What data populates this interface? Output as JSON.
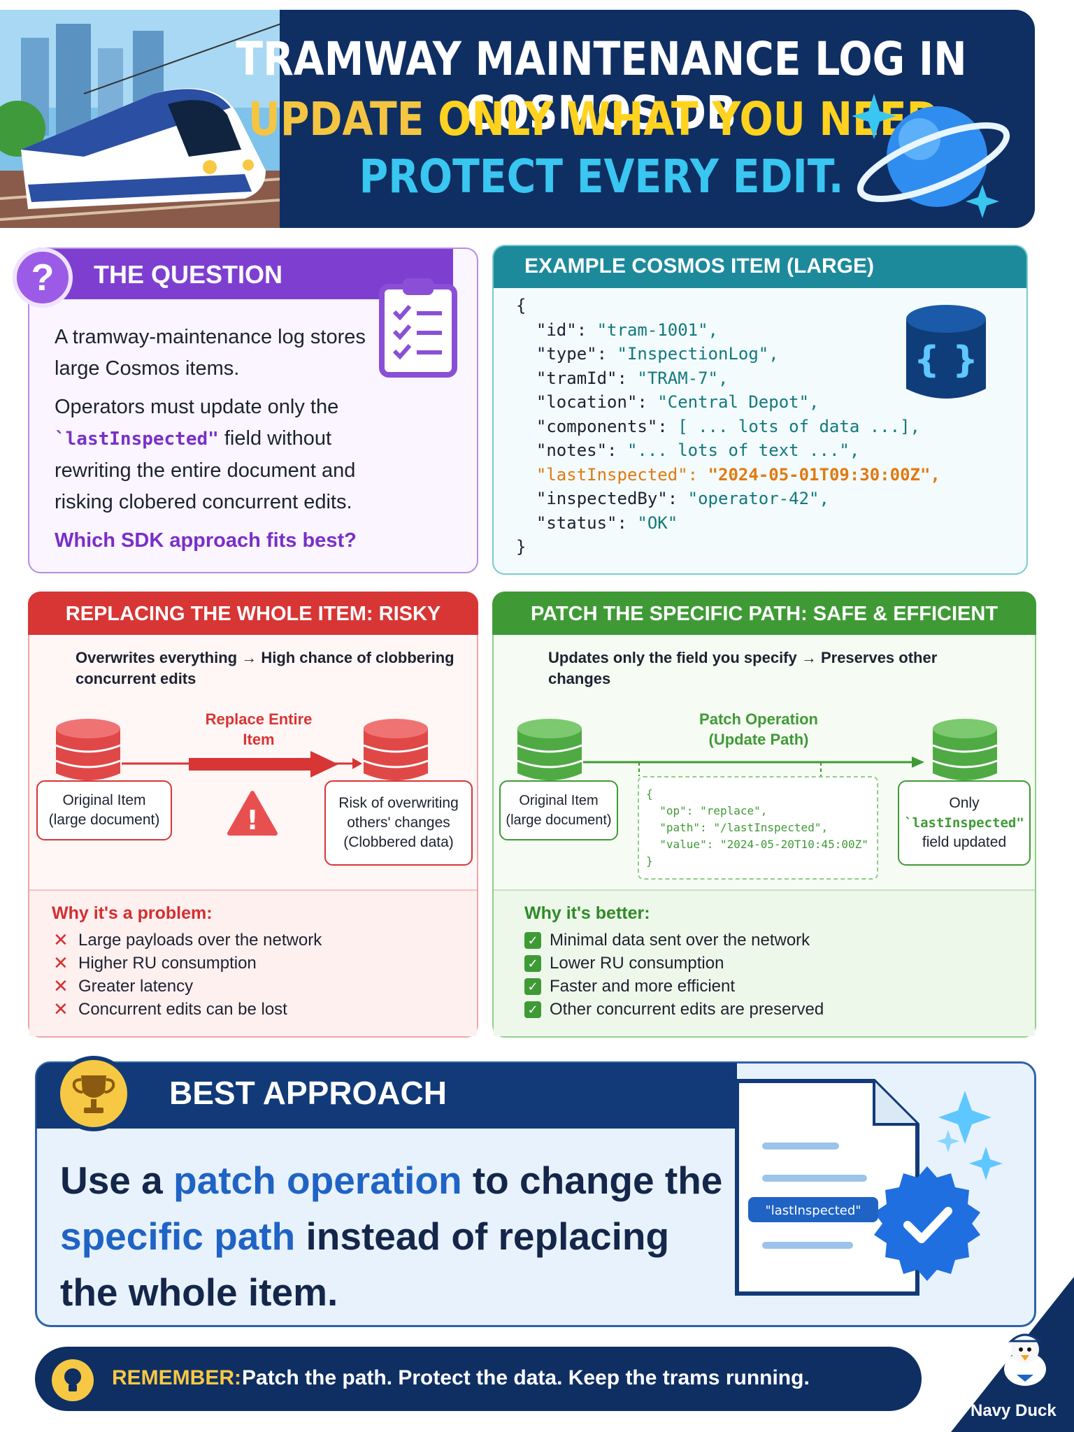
{
  "header": {
    "line1": "TRAMWAY MAINTENANCE LOG IN COSMOS DB",
    "line2_pre": "UPDATE ",
    "line2_hl": "ONLY WHAT YOU NEED.",
    "line3": "PROTECT EVERY EDIT."
  },
  "question": {
    "badge": "?",
    "title": "THE QUESTION",
    "p1": "A tramway-maintenance log stores large Cosmos items.",
    "p2_pre": "Operators must update only the ",
    "p2_code": "`lastInspected\"",
    "p2_post": " field without rewriting the entire document and risking clobered concurrent edits.",
    "ask": "Which SDK approach fits best?"
  },
  "example": {
    "title": "EXAMPLE COSMOS ITEM (LARGE)",
    "icon_text": "{ }",
    "lines": [
      {
        "key": "",
        "val": "{"
      },
      {
        "key": "  \"id\": ",
        "val": "\"tram-1001\","
      },
      {
        "key": "  \"type\": ",
        "val": "\"InspectionLog\","
      },
      {
        "key": "  \"tramId\": ",
        "val": "\"TRAM-7\","
      },
      {
        "key": "  \"location\": ",
        "val": "\"Central Depot\","
      },
      {
        "key": "  \"components\": ",
        "val": "[ ... lots of data ...],"
      },
      {
        "key": "  \"notes\": ",
        "val": "\"... lots of text ...\","
      },
      {
        "key": "  \"lastInspected\": ",
        "val": "\"2024-05-01T09:30:00Z\",",
        "highlight": true
      },
      {
        "key": "  \"inspectedBy\": ",
        "val": "\"operator-42\","
      },
      {
        "key": "  \"status\": ",
        "val": "\"OK\""
      },
      {
        "key": "",
        "val": "}"
      }
    ]
  },
  "replace": {
    "title": "REPLACING THE WHOLE ITEM: RISKY",
    "subtitle": "Overwrites everything → High chance of clobbering concurrent edits",
    "arrow_label": "Replace Entire Item",
    "left_box": "Original Item\n(large document)",
    "right_box": "Risk of overwriting others' changes (Clobbered data)",
    "warning_icon": "!",
    "why_title": "Why it's a problem:",
    "why": [
      "Large payloads over the network",
      "Higher RU consumption",
      "Greater latency",
      "Concurrent edits can be lost"
    ]
  },
  "patch": {
    "title": "PATCH THE SPECIFIC PATH: SAFE & EFFICIENT",
    "subtitle": "Updates only the field you specify → Preserves other changes",
    "arrow_label_1": "Patch Operation",
    "arrow_label_2": "(Update Path)",
    "left_box": "Original Item\n(large document)",
    "right_box_1": "Only",
    "right_box_2": "`lastInspected\"",
    "right_box_3": "field updated",
    "op_lines": [
      "{",
      "  \"op\": \"replace\",",
      "  \"path\": \"/lastInspected\",",
      "  \"value\": \"2024-05-20T10:45:00Z\"",
      "}"
    ],
    "why_title": "Why it's better:",
    "why": [
      "Minimal data sent over the network",
      "Lower RU consumption",
      "Faster and more efficient",
      "Other concurrent edits are preserved"
    ]
  },
  "best": {
    "title": "BEST APPROACH",
    "t1": "Use a ",
    "t2": "patch operation",
    "t3": " to change the ",
    "t4": "specific path",
    "t5": " instead of replacing the whole item.",
    "doc_tag": "\"lastInspected\""
  },
  "remember": {
    "label": "REMEMBER:",
    "text": "Patch the path. Protect the data. Keep the trams running."
  },
  "brand": {
    "name": "Navy Duck"
  },
  "colors": {
    "navy": "#0f2f63",
    "purple": "#7e3fd1",
    "teal": "#1d8a9b",
    "red": "#d83535",
    "green": "#3f9a36",
    "yellow": "#f7c843",
    "blue": "#1f63c4"
  }
}
